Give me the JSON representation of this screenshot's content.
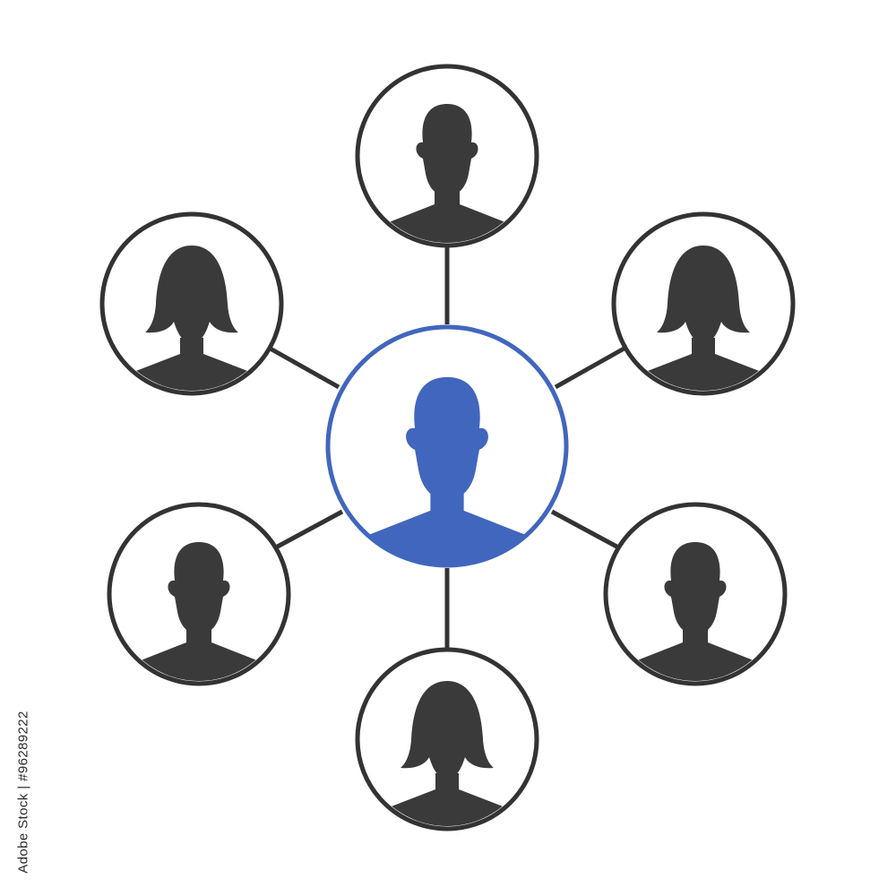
{
  "image": {
    "subject": "social network of people",
    "watermark_id": "Adobe Stock | #96289222"
  },
  "colors": {
    "background": "#ffffff",
    "line": "#333333",
    "silhouette": "#3a3a3a",
    "center_accent": "#4166bd"
  },
  "network": {
    "center": {
      "icon": "male-avatar-icon",
      "color": "#4166bd"
    },
    "nodes": [
      {
        "name": "node-top",
        "icon": "male-avatar-icon"
      },
      {
        "name": "node-upper-right",
        "icon": "female-avatar-icon"
      },
      {
        "name": "node-lower-right",
        "icon": "male-avatar-icon"
      },
      {
        "name": "node-bottom",
        "icon": "female-avatar-icon"
      },
      {
        "name": "node-lower-left",
        "icon": "male-avatar-icon"
      },
      {
        "name": "node-upper-left",
        "icon": "female-avatar-icon"
      }
    ]
  }
}
